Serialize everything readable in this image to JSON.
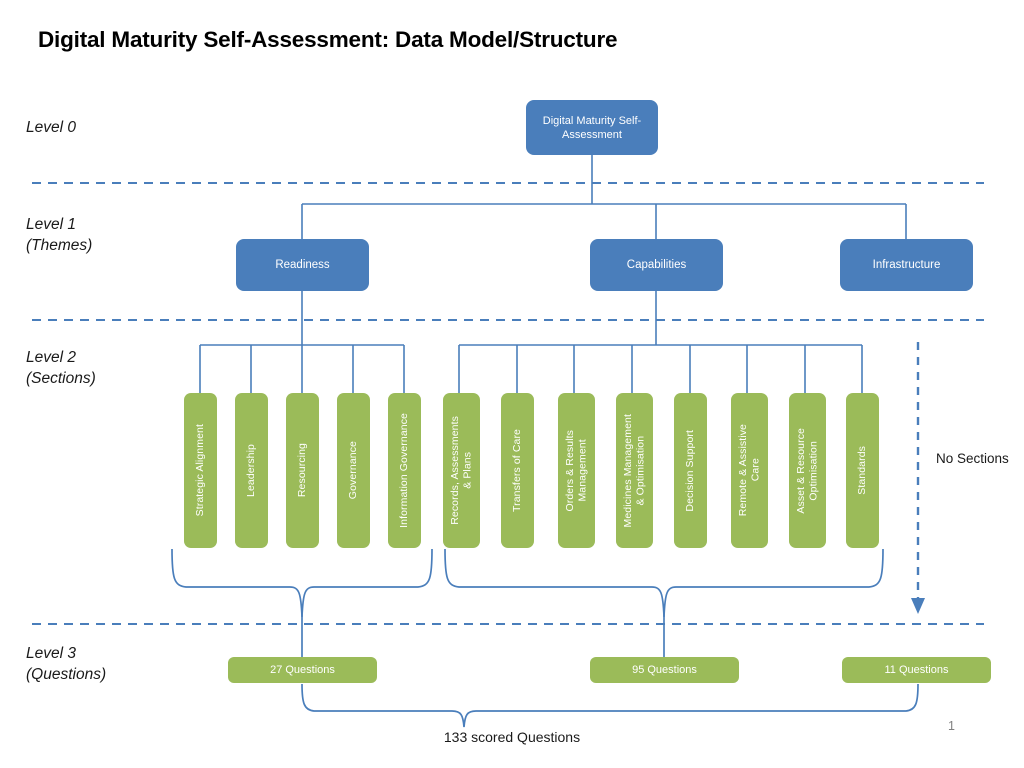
{
  "slide": {
    "title": "Digital Maturity Self-Assessment: Data Model/Structure",
    "page_number": "1",
    "colors": {
      "blue": "#4a7ebb",
      "green": "#9bbb59",
      "connector": "#4a7ebb",
      "dashed_divider": "#4a7ebb",
      "text": "#000000"
    }
  },
  "levels": [
    {
      "id": "level-0",
      "label": "Level 0"
    },
    {
      "id": "level-1",
      "label": "Level 1\n(Themes)"
    },
    {
      "id": "level-2",
      "label": "Level 2\n(Sections)"
    },
    {
      "id": "level-3",
      "label": "Level  3\n(Questions)"
    }
  ],
  "root": {
    "label": "Digital Maturity Self-Assessment"
  },
  "themes": [
    {
      "label": "Readiness"
    },
    {
      "label": "Capabilities"
    },
    {
      "label": "Infrastructure"
    }
  ],
  "sections": {
    "readiness": [
      {
        "label": "Strategic Alignment"
      },
      {
        "label": "Leadership"
      },
      {
        "label": "Resourcing"
      },
      {
        "label": "Governance"
      },
      {
        "label": "Information Governance"
      }
    ],
    "capabilities": [
      {
        "label": "Records, Assessments\n& Plans"
      },
      {
        "label": "Transfers of Care"
      },
      {
        "label": "Orders & Results\nManagement"
      },
      {
        "label": "Medicines Management\n& Optimisation"
      },
      {
        "label": "Decision Support"
      },
      {
        "label": "Remote & Assistive\nCare"
      },
      {
        "label": "Asset & Resource\nOptimisation"
      },
      {
        "label": "Standards"
      }
    ],
    "infrastructure_note": "No Sections"
  },
  "questions": [
    {
      "label": "27 Questions"
    },
    {
      "label": "95 Questions"
    },
    {
      "label": "11 Questions"
    }
  ],
  "totals": {
    "scored_questions": "133 scored Questions"
  }
}
